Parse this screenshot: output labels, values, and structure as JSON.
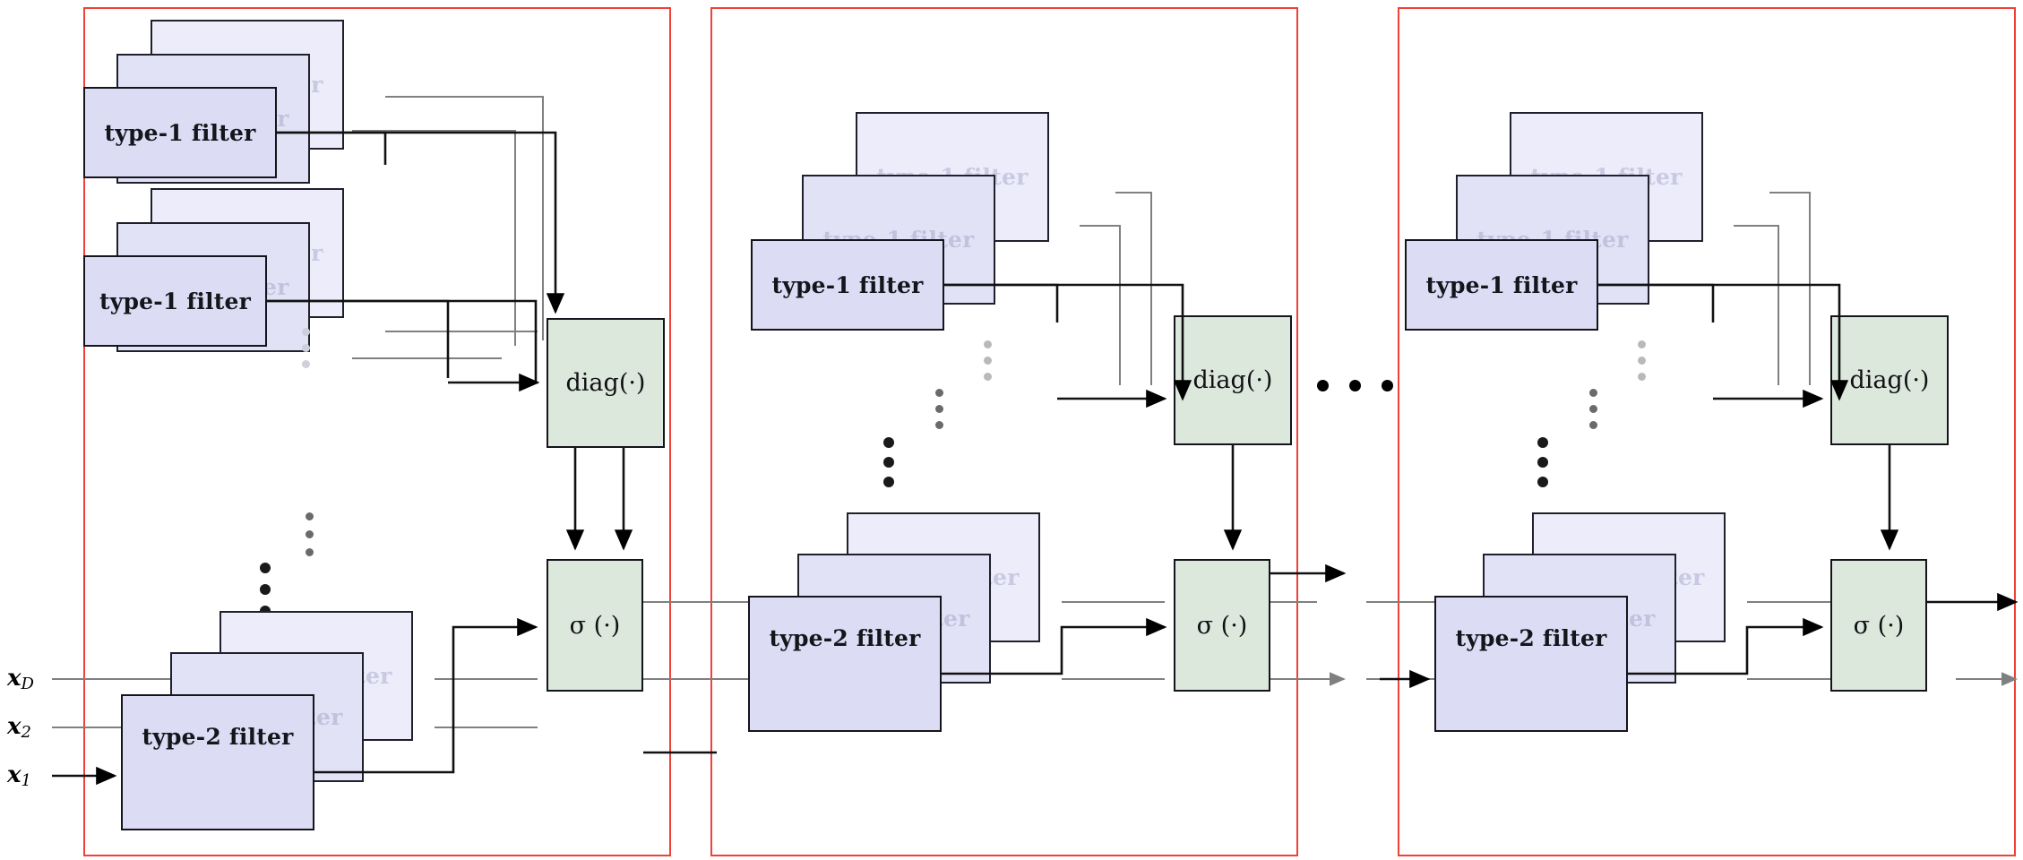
{
  "figure": {
    "kind": "neural-network-architecture-diagram",
    "block_count_shown": 3,
    "colors": {
      "block_border": "#ef4136",
      "filter_front_fill": "#dcdcf4",
      "filter_mid_fill": "#e2e2f7",
      "filter_back_fill": "#ececfb",
      "filter_border": "#14141c",
      "op_fill": "#dde8dd",
      "op_border": "#14141c",
      "arrow_strong": "#000000",
      "arrow_weak": "#808080",
      "ghost_text": "#c6c6de",
      "page_background": "#ffffff"
    }
  },
  "labels": {
    "type1": "type-1 filter",
    "type2": "type-2 filter",
    "diag": "diag(·)",
    "sigma": "σ (·)"
  },
  "inputs": [
    {
      "name": "x_D",
      "base": "x",
      "sub": "D"
    },
    {
      "name": "x_2",
      "base": "x",
      "sub": "2"
    },
    {
      "name": "x_1",
      "base": "x",
      "sub": "1"
    }
  ],
  "blocks": [
    {
      "id": "block-1",
      "type1_groups": 2,
      "type2_groups": 1,
      "ops": [
        "diag",
        "sigma"
      ],
      "has_vertical_ellipsis": true
    },
    {
      "id": "block-2",
      "type1_groups": 1,
      "type2_groups": 1,
      "ops": [
        "diag",
        "sigma"
      ],
      "has_vertical_ellipsis": true
    },
    {
      "id": "block-3",
      "type1_groups": 1,
      "type2_groups": 1,
      "ops": [
        "diag",
        "sigma"
      ],
      "has_vertical_ellipsis": true
    }
  ],
  "between_blocks_ellipsis": "⋯"
}
